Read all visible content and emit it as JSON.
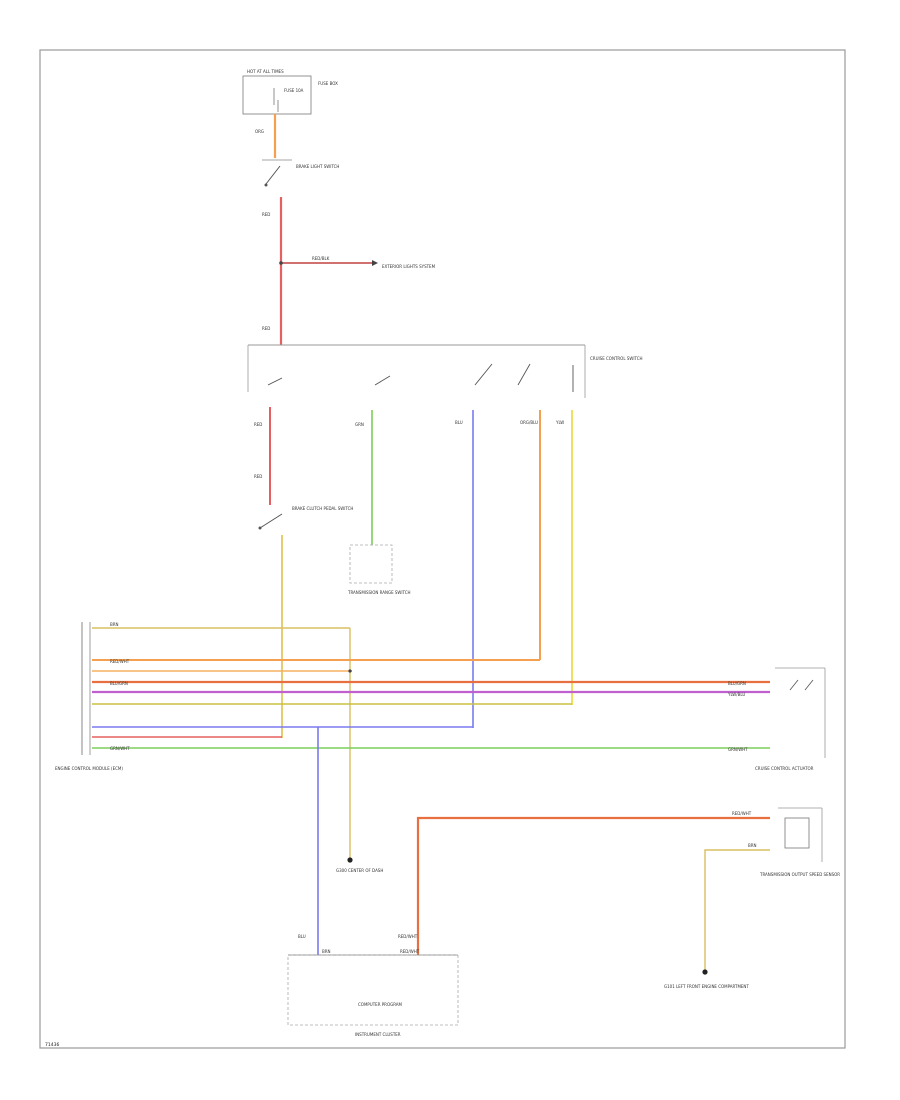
{
  "diagram": {
    "footer_code": "71436",
    "fuse": {
      "label": "HOT AT ALL TIMES",
      "name": "FUSE 10A",
      "box": "FUSE BOX"
    },
    "brake_light_switch": {
      "label": "BRAKE LIGHT SWITCH",
      "wire_in": "ORG",
      "wire_out": "RED"
    },
    "exterior_lights_system": {
      "label": "EXTERIOR LIGHTS SYSTEM",
      "wire": "RED/BLK"
    },
    "cruise_control_switch": {
      "label": "CRUISE CONTROL SWITCH"
    },
    "clutch_switch": {
      "label": "BRAKE CLUTCH PEDAL SWITCH",
      "wire_in": "RED",
      "wire_out": "RED"
    },
    "transmission_range_switch": {
      "label": "TRANSMISSION RANGE SWITCH",
      "wire": "GRN"
    },
    "ecm": {
      "label": "ENGINE CONTROL MODULE (ECM)"
    },
    "cruise_actuator": {
      "label": "CRUISE CONTROL ACTUATOR"
    },
    "vss": {
      "label": "TRANSMISSION OUTPUT SPEED SENSOR"
    },
    "ground_right": {
      "label": "G101 LEFT FRONT ENGINE COMPARTMENT"
    },
    "ground_center": {
      "label": "G300 CENTER OF DASH"
    },
    "instrument_cluster": {
      "label": "INSTRUMENT CLUSTER",
      "module": "COMPUTER PROGRAM"
    },
    "wire_labels": {
      "brn": "BRN",
      "red_wht": "RED/WHT",
      "blu_grn": "BLU/GRN",
      "ylw": "YLW",
      "blu": "BLU",
      "grn_wht": "GRN/WHT",
      "org_blu": "ORG/BLU",
      "ylw_blu": "YLW/BLU"
    }
  }
}
